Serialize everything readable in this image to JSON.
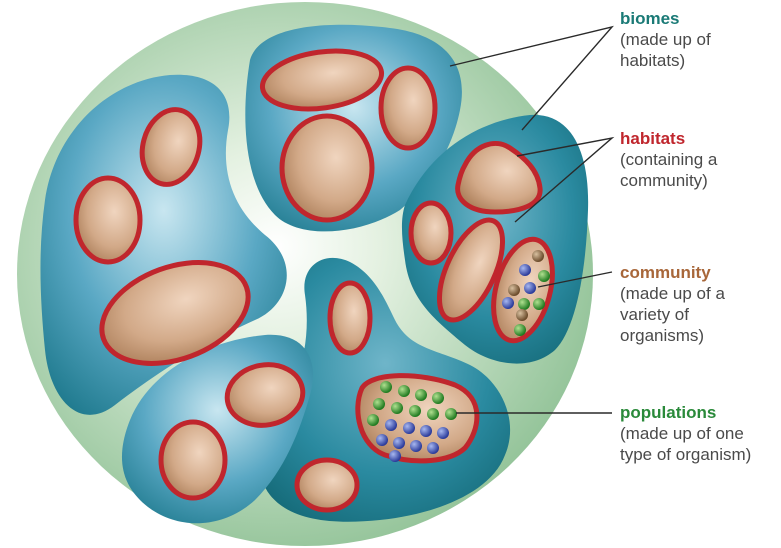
{
  "labels": {
    "biomes": {
      "term": "biomes",
      "desc1": "(made up of",
      "desc2": "habitats)",
      "color": "#1a7a76"
    },
    "habitats": {
      "term": "habitats",
      "desc1": "(containing a",
      "desc2": "community)",
      "color": "#c0262d"
    },
    "community": {
      "term": "community",
      "desc1": "(made up of a",
      "desc2": "variety of",
      "desc3": "organisms)",
      "color": "#a8673a"
    },
    "populations": {
      "term": "populations",
      "desc1": "(made up of one",
      "desc2": "type of organism)",
      "color": "#2a8a3a"
    }
  },
  "colors": {
    "outer_circle": "#a9cfa6",
    "biome_fill": "#3a93b0",
    "biome_light": "#b9dcea",
    "habitat_fill": "#c89b78",
    "habitat_stroke": "#c0262d",
    "organism_blue": "#3850b8",
    "organism_green": "#3a9a2a",
    "organism_brown": "#8a6a4a"
  }
}
